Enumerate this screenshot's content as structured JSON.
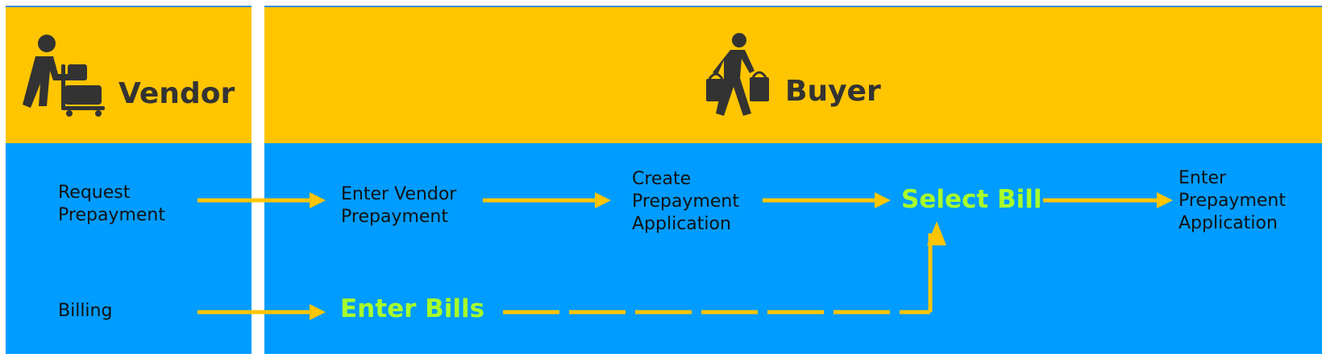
{
  "colors": {
    "header_bg": "#ffc500",
    "body_bg": "#009cff",
    "arrow": "#ffc500",
    "title_text": "#333333",
    "step_text": "#111111",
    "highlight_text": "#a7ff2a"
  },
  "lanes": {
    "vendor": {
      "title": "Vendor",
      "icon": "vendor-cart-icon"
    },
    "buyer": {
      "title": "Buyer",
      "icon": "shopper-icon"
    }
  },
  "steps": {
    "request_prepayment": [
      "Request",
      "Prepayment"
    ],
    "billing": [
      "Billing"
    ],
    "enter_vendor_prepayment": [
      "Enter Vendor",
      "Prepayment"
    ],
    "create_prepayment_application": [
      "Create",
      "Prepayment",
      "Application"
    ],
    "select_bill": [
      "Select Bill"
    ],
    "enter_prepayment_application": [
      "Enter",
      "Prepayment",
      "Application"
    ],
    "enter_bills": [
      "Enter Bills"
    ]
  }
}
